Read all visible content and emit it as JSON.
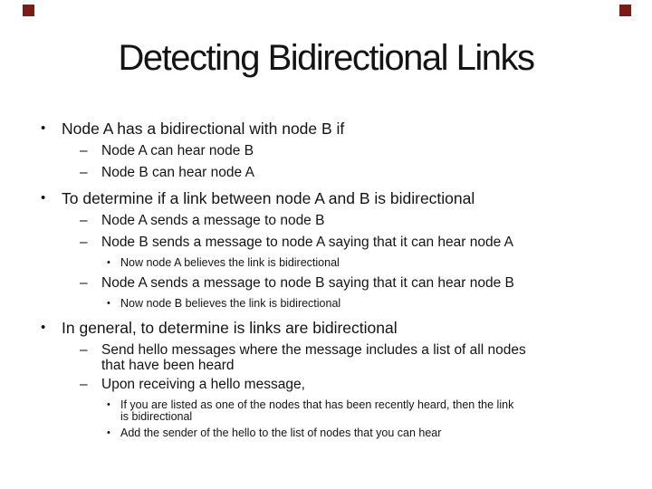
{
  "slide": {
    "title": "Detecting Bidirectional Links",
    "background_color": "#ffffff",
    "text_color": "#141414",
    "corner_marker_color": "#7a1c17",
    "corner_markers": [
      "top-left",
      "top-right"
    ],
    "bullets": [
      {
        "level": 1,
        "marker": "•",
        "text": "Node A has a bidirectional with node B if"
      },
      {
        "level": 2,
        "marker": "–",
        "text": "Node A can hear node B"
      },
      {
        "level": 2,
        "marker": "–",
        "text": "Node B can hear node A"
      },
      {
        "level": 1,
        "marker": "•",
        "text": "To determine if a link between node A and B is bidirectional"
      },
      {
        "level": 2,
        "marker": "–",
        "text": "Node A sends a message to node B"
      },
      {
        "level": 2,
        "marker": "–",
        "text": "Node B sends a message to node A saying that it can hear node A"
      },
      {
        "level": 3,
        "marker": "•",
        "text": "Now node A believes the link is bidirectional"
      },
      {
        "level": 2,
        "marker": "–",
        "text": "Node A sends a message to node B saying that it can hear node B"
      },
      {
        "level": 3,
        "marker": "•",
        "text": "Now node B believes the link is bidirectional"
      },
      {
        "level": 1,
        "marker": "•",
        "text": "In general, to determine is links are bidirectional"
      },
      {
        "level": 2,
        "marker": "–",
        "text": "Send hello messages where the message includes a list of all nodes",
        "line2": "that have been heard"
      },
      {
        "level": 2,
        "marker": "–",
        "text": "Upon receiving a hello message,"
      },
      {
        "level": 3,
        "marker": "•",
        "text": "If you are listed as one of the nodes that has been recently heard, then the link",
        "line2": "is bidirectional"
      },
      {
        "level": 3,
        "marker": "•",
        "text": "Add the sender of the hello to the list of nodes that you can hear"
      }
    ]
  }
}
